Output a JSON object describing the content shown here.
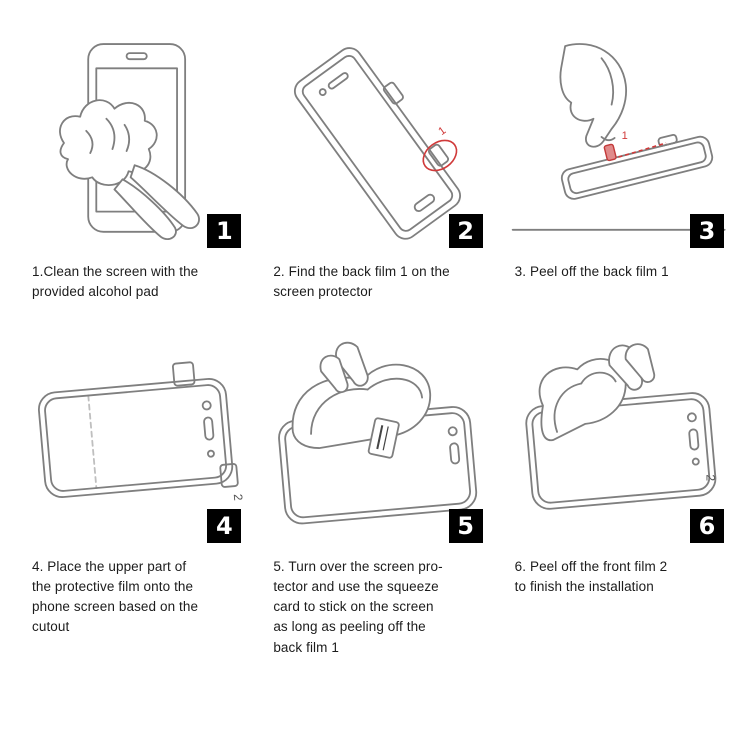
{
  "colors": {
    "background": "#ffffff",
    "line_art": "#7f7f7f",
    "badge_bg": "#000000",
    "badge_text": "#ffffff",
    "accent_red": "#d03a3a",
    "caption_text": "#1c1c1c"
  },
  "labels": {
    "film1": "1",
    "film2": "2"
  },
  "steps": [
    {
      "number": "1",
      "art": "hand-wiping-phone-screen-with-cloth",
      "caption": "1.Clean the screen with the\nprovided alcohol pad"
    },
    {
      "number": "2",
      "art": "tilted-screen-protector-with-back-film-tab-circled-red",
      "caption": "2. Find the back film 1 on the\nscreen protector"
    },
    {
      "number": "3",
      "art": "hand-peeling-back-film-tab-from-protector",
      "caption": "3. Peel off the back film 1"
    },
    {
      "number": "4",
      "art": "placing-film-upper-part-onto-phone-screen",
      "caption": "4. Place the upper part of\nthe protective film onto the\nphone screen based on the\ncutout"
    },
    {
      "number": "5",
      "art": "turning-over-protector-and-squeeze-card-on-screen",
      "caption": "5. Turn over the screen pro-\ntector and use the squeeze\ncard to stick on the screen\nas long as peeling off the\nback film 1"
    },
    {
      "number": "6",
      "art": "peeling-front-film-2-off-finished-phone",
      "caption": "6. Peel off the front film 2\nto finish the installation"
    }
  ]
}
